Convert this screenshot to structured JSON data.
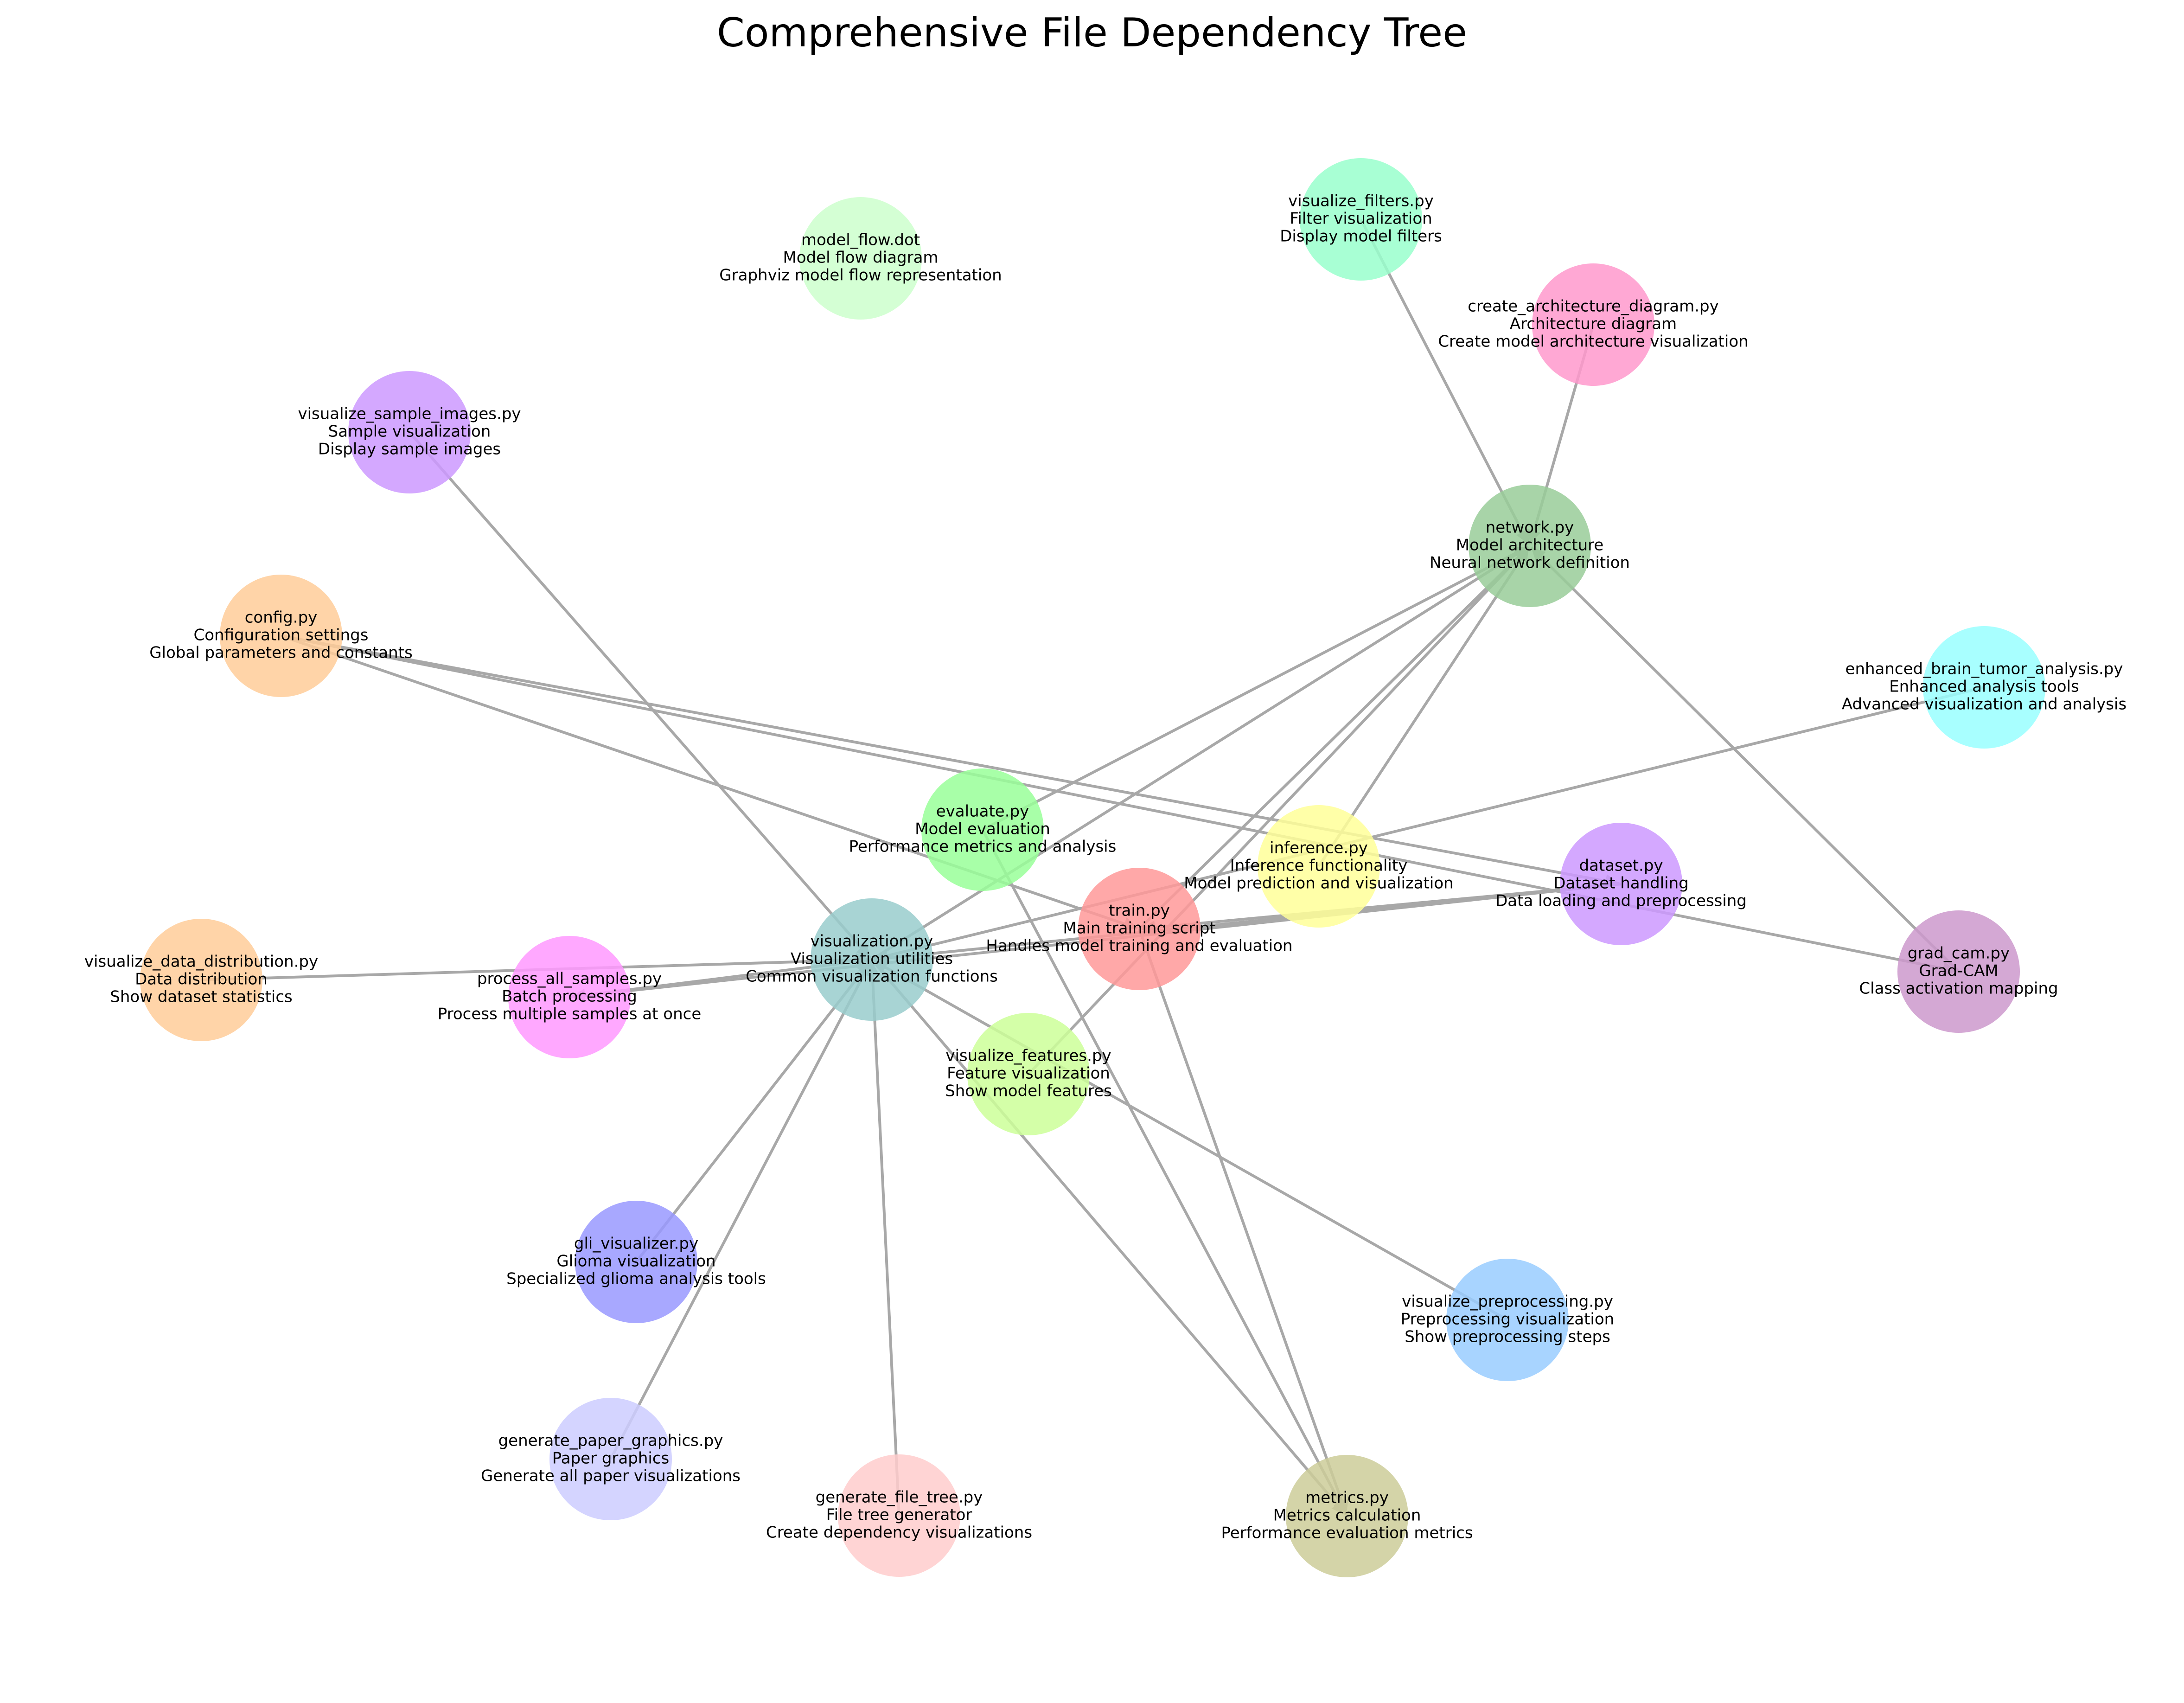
{
  "title": "Comprehensive File Dependency Tree",
  "edge_color": "#a8a8a8",
  "nodes": [
    {
      "id": "model_flow",
      "lines": [
        "model_flow.dot",
        "Model flow diagram",
        "Graphviz model flow representation"
      ],
      "color": "#ccffcc"
    },
    {
      "id": "visualize_filters",
      "lines": [
        "visualize_filters.py",
        "Filter visualization",
        "Display model filters"
      ],
      "color": "#99ffcc"
    },
    {
      "id": "create_architecture_diagram",
      "lines": [
        "create_architecture_diagram.py",
        "Architecture diagram",
        "Create model architecture visualization"
      ],
      "color": "#ff99cc"
    },
    {
      "id": "visualize_sample_images",
      "lines": [
        "visualize_sample_images.py",
        "Sample visualization",
        "Display sample images"
      ],
      "color": "#cc99ff"
    },
    {
      "id": "network",
      "lines": [
        "network.py",
        "Model architecture",
        "Neural network definition"
      ],
      "color": "#99cc99"
    },
    {
      "id": "config",
      "lines": [
        "config.py",
        "Configuration settings",
        "Global parameters and constants"
      ],
      "color": "#ffcc99"
    },
    {
      "id": "enhanced_brain_tumor_analysis",
      "lines": [
        "enhanced_brain_tumor_analysis.py",
        "Enhanced analysis tools",
        "Advanced visualization and analysis"
      ],
      "color": "#99ffff"
    },
    {
      "id": "evaluate",
      "lines": [
        "evaluate.py",
        "Model evaluation",
        "Performance metrics and analysis"
      ],
      "color": "#99ff99"
    },
    {
      "id": "inference",
      "lines": [
        "inference.py",
        "Inference functionality",
        "Model prediction and visualization"
      ],
      "color": "#ffff99"
    },
    {
      "id": "dataset",
      "lines": [
        "dataset.py",
        "Dataset handling",
        "Data loading and preprocessing"
      ],
      "color": "#cc99ff"
    },
    {
      "id": "train",
      "lines": [
        "train.py",
        "Main training script",
        "Handles model training and evaluation"
      ],
      "color": "#ff9999"
    },
    {
      "id": "grad_cam",
      "lines": [
        "grad_cam.py",
        "Grad-CAM",
        "Class activation mapping"
      ],
      "color": "#cc99cc"
    },
    {
      "id": "visualization",
      "lines": [
        "visualization.py",
        "Visualization utilities",
        "Common visualization functions"
      ],
      "color": "#99cccc"
    },
    {
      "id": "visualize_data_distribution",
      "lines": [
        "visualize_data_distribution.py",
        "Data distribution",
        "Show dataset statistics"
      ],
      "color": "#ffcc99"
    },
    {
      "id": "process_all_samples",
      "lines": [
        "process_all_samples.py",
        "Batch processing",
        "Process multiple samples at once"
      ],
      "color": "#ff99ff"
    },
    {
      "id": "visualize_features",
      "lines": [
        "visualize_features.py",
        "Feature visualization",
        "Show model features"
      ],
      "color": "#ccff99"
    },
    {
      "id": "gli_visualizer",
      "lines": [
        "gli_visualizer.py",
        "Glioma visualization",
        "Specialized glioma analysis tools"
      ],
      "color": "#9999ff"
    },
    {
      "id": "visualize_preprocessing",
      "lines": [
        "visualize_preprocessing.py",
        "Preprocessing visualization",
        "Show preprocessing steps"
      ],
      "color": "#99ccff"
    },
    {
      "id": "generate_paper_graphics",
      "lines": [
        "generate_paper_graphics.py",
        "Paper graphics",
        "Generate all paper visualizations"
      ],
      "color": "#ccccff"
    },
    {
      "id": "generate_file_tree",
      "lines": [
        "generate_file_tree.py",
        "File tree generator",
        "Create dependency visualizations"
      ],
      "color": "#ffcccc"
    },
    {
      "id": "metrics",
      "lines": [
        "metrics.py",
        "Metrics calculation",
        "Performance evaluation metrics"
      ],
      "color": "#cccc99"
    }
  ],
  "edges": [
    [
      "visualize_filters",
      "network"
    ],
    [
      "create_architecture_diagram",
      "network"
    ],
    [
      "grad_cam",
      "network"
    ],
    [
      "evaluate",
      "network"
    ],
    [
      "visualization",
      "network"
    ],
    [
      "train",
      "network"
    ],
    [
      "inference",
      "network"
    ],
    [
      "visualize_features",
      "network"
    ],
    [
      "visualize_sample_images",
      "visualization"
    ],
    [
      "visualize_data_distribution",
      "visualization"
    ],
    [
      "process_all_samples",
      "visualization"
    ],
    [
      "gli_visualizer",
      "visualization"
    ],
    [
      "generate_paper_graphics",
      "visualization"
    ],
    [
      "generate_file_tree",
      "visualization"
    ],
    [
      "dataset",
      "visualization"
    ],
    [
      "enhanced_brain_tumor_analysis",
      "visualization"
    ],
    [
      "visualize_preprocessing",
      "visualization"
    ],
    [
      "config",
      "train"
    ],
    [
      "config",
      "dataset"
    ],
    [
      "config",
      "grad_cam"
    ],
    [
      "evaluate",
      "metrics"
    ],
    [
      "train",
      "metrics"
    ],
    [
      "visualization",
      "metrics"
    ],
    [
      "dataset",
      "train"
    ],
    [
      "dataset",
      "process_all_samples"
    ]
  ]
}
